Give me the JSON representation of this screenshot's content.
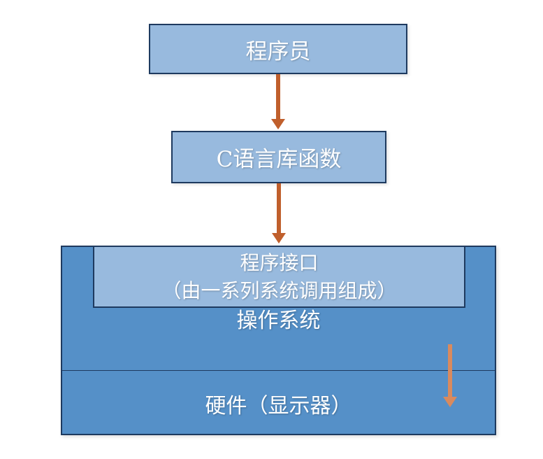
{
  "diagram": {
    "description": "Layered stack diagram: programmer calls C library functions, which call the operating system through the program interface (system calls), which drives the hardware (display).",
    "nodes": {
      "programmer": {
        "label": "程序员"
      },
      "c_library": {
        "label": "C语言库函数"
      },
      "program_interface": {
        "line1": "程序接口",
        "line2": "（由一系列系统调用组成）"
      },
      "operating_system": {
        "label": "操作系统"
      },
      "hardware": {
        "label": "硬件（显示器）"
      }
    },
    "edges": [
      {
        "from": "programmer",
        "to": "c_library",
        "style": "arrow-down"
      },
      {
        "from": "c_library",
        "to": "program_interface",
        "style": "arrow-down"
      },
      {
        "from": "operating_system",
        "to": "hardware",
        "style": "arrow-down"
      }
    ]
  },
  "colors": {
    "node-light": "#98bade",
    "node-medium": "#5590c8",
    "node-border": "#1e3a5f",
    "arrow": "#c05f2c",
    "arrow-inner": "#d98a5e",
    "text": "#ffffff",
    "background": "#ffffff"
  }
}
